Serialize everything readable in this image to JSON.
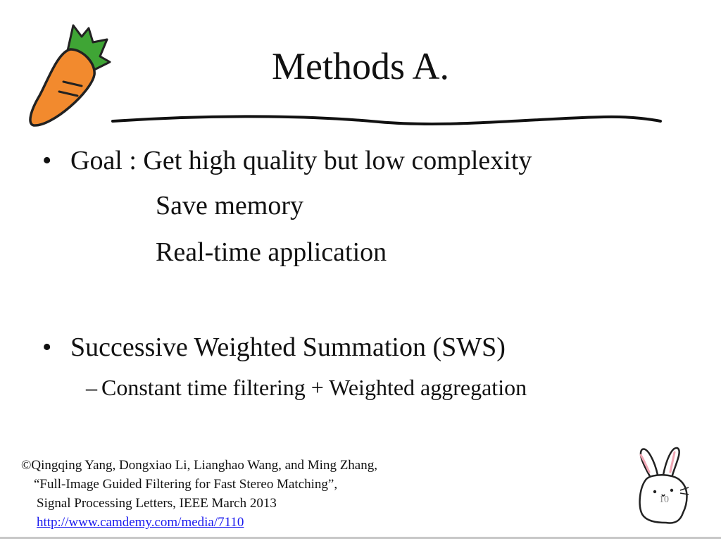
{
  "slide": {
    "title": "Methods A.",
    "bullets": [
      {
        "marker": "•",
        "text": "Goal : Get high quality but low complexity",
        "continuations": [
          "Save memory",
          "Real-time application"
        ]
      },
      {
        "marker": "•",
        "text": "Successive Weighted Summation (SWS)",
        "sub": {
          "marker": "–",
          "text": "Constant time filtering + Weighted aggregation"
        }
      }
    ],
    "reference": {
      "lines": [
        "©Qingqing Yang, Dongxiao Li, Lianghao Wang, and Ming Zhang,",
        "“Full-Image Guided Filtering for Fast Stereo Matching”,",
        "Signal Processing Letters, IEEE March 2013"
      ],
      "link": "http://www.camdemy.com/media/7110"
    },
    "page_number": "10"
  },
  "colors": {
    "carrot": "#f28a2e",
    "leaf": "#3fa535",
    "link": "#1a1aee"
  }
}
